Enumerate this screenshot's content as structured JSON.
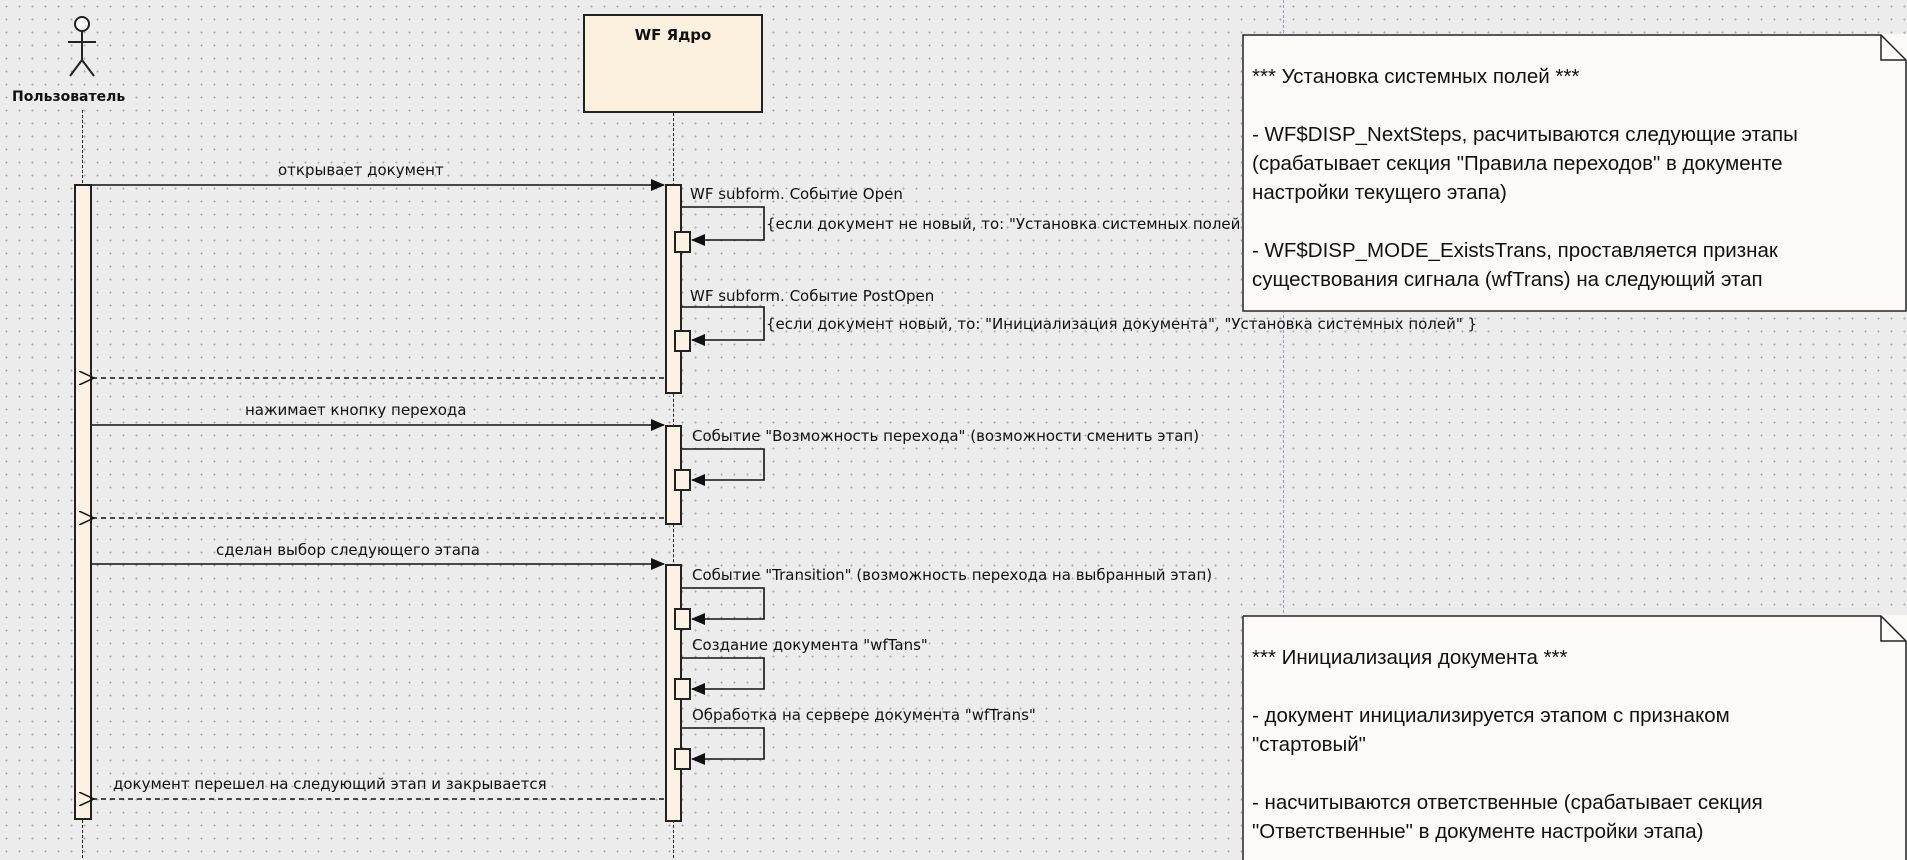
{
  "actors": {
    "user_label": "Пользователь",
    "core_label": "WF Ядро"
  },
  "messages": {
    "opens_document": "открывает документ",
    "open_event": "WF subform. Событие Open",
    "open_condition": "{если документ не новый, то: \"Установка системных полей\" }",
    "postopen_event": "WF subform. Событие PostOpen",
    "postopen_condition": "{если документ новый, то: \"Инициализация документа\", \"Установка системных полей\" }",
    "presses_transition": "нажимает кнопку перехода",
    "possibility_event": "Событие \"Возможность перехода\" (возможности сменить этап)",
    "next_stage_chosen": "сделан выбор следующего этапа",
    "transition_event": "Событие \"Transition\" (возможность перехода на выбранный этап)",
    "create_wftans": "Создание документа \"wfTans\"",
    "server_process": "Обработка на сервере документа \"wfTrans\"",
    "doc_closed": "документ перешел на следующий этап и закрывается"
  },
  "notes": {
    "system_fields": "*** Установка системных полей ***\n\n - WF$DISP_NextSteps, расчитываются следующие этапы\n(срабатывает секция \"Правила переходов\" в документе\nнастройки текущего этапа)\n\n - WF$DISP_MODE_ExistsTrans, проставляется признак\nсуществования сигнала (wfTrans) на следующий этап",
    "doc_init": "*** Инициализация документа ***\n\n - документ инициализируется этапом с признаком\n\"стартовый\"\n\n - насчитываются ответственные (срабатывает секция\n\"Ответственные\" в документе настройки этапа)"
  },
  "colors": {
    "activation_fill": "#fcf2e4",
    "note_fill": "#fdf9f9",
    "line": "#222222",
    "background": "#ececec"
  }
}
